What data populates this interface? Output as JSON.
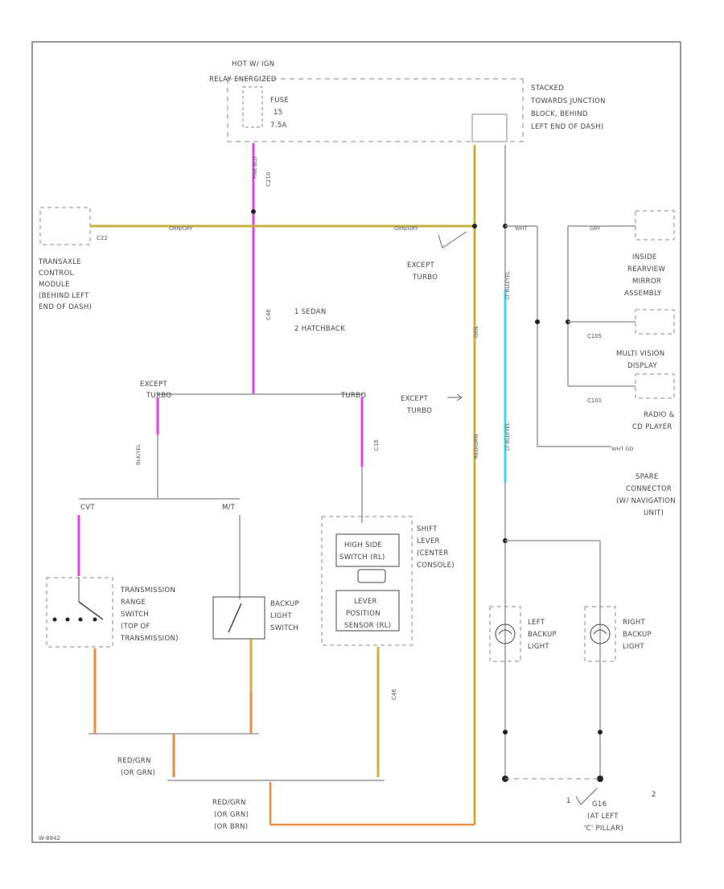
{
  "colors": {
    "pink_wire": "#e040e8",
    "yellow_wire": "#c8b040",
    "orange_wire": "#e88a40",
    "cyan_wire": "#40d8e8",
    "frame": "#777777",
    "wire_gray": "#999999"
  },
  "labels": {
    "hot_relay": [
      "HOT W/ IGN",
      "RELAY ENERGIZED"
    ],
    "fuse": [
      "FUSE",
      "15",
      "7.5A"
    ],
    "stacked": [
      "STACKED",
      "TOWARDS JUNCTION",
      "BLOCK, BEHIND",
      "LEFT END OF DASH)"
    ],
    "tcm": [
      "TRANSAXLE",
      "CONTROL",
      "MODULE",
      "(BEHIND LEFT",
      "END OF DASH)"
    ],
    "except_turbo_1": [
      "EXCEPT",
      "TURBO"
    ],
    "variant_1": "1  SEDAN",
    "variant_2": "2  HATCHBACK",
    "except_turbo_2": [
      "EXCEPT",
      "TURBO"
    ],
    "except_turbo_3": [
      "EXCEPT",
      "TURBO"
    ],
    "turbo": "TURBO",
    "mirror": [
      "INSIDE",
      "REARVIEW",
      "MIRROR",
      "ASSEMBLY"
    ],
    "multi_display": [
      "MULTI VISION",
      "DISPLAY"
    ],
    "radio": [
      "RADIO &",
      "CD PLAYER"
    ],
    "spare": [
      "SPARE",
      "CONNECTOR",
      "(W/ NAVIGATION",
      "UNIT)"
    ],
    "shift_lever": [
      "SHIFT",
      "LEVER",
      "(CENTER",
      "CONSOLE)"
    ],
    "high_side": [
      "HIGH SIDE",
      "SWITCH (RL)"
    ],
    "lever_position": [
      "LEVER",
      "POSITION",
      "SENSOR (RL)"
    ],
    "trs": [
      "TRANSMISSION",
      "RANGE",
      "SWITCH",
      "(TOP OF",
      "TRANSMISSION)"
    ],
    "backup_switch": [
      "BACKUP",
      "LIGHT",
      "SWITCH"
    ],
    "left_backup": [
      "LEFT",
      "BACKUP",
      "LIGHT"
    ],
    "right_backup": [
      "RIGHT",
      "BACKUP",
      "LIGHT"
    ],
    "cvt": "CVT",
    "mt": "M/T",
    "redgrn_1": [
      "RED/GRN",
      "(OR GRN)"
    ],
    "redgrn_2": [
      "RED/GRN",
      "(OR GRN)",
      "(OR BRN)"
    ],
    "ground": [
      "G16",
      "(AT LEFT",
      "'C' PILLAR)"
    ],
    "ground_variants": [
      "1",
      "2"
    ],
    "code": "W-8842"
  },
  "wire_labels": {
    "pnk_blu": "PNK BLU",
    "grn_gry": "GRN/GRY",
    "grn": "GRN",
    "blk_yel": "BLK/YEL",
    "wht": "WHT",
    "gry": "GRY",
    "lt_blu_yel": "LT BLU/YEL",
    "red_grn": "RED/GRN",
    "wht_gd": "WHT GD",
    "c_labels": [
      "C210",
      "C46",
      "C22",
      "C16",
      "C105",
      "C101"
    ]
  }
}
